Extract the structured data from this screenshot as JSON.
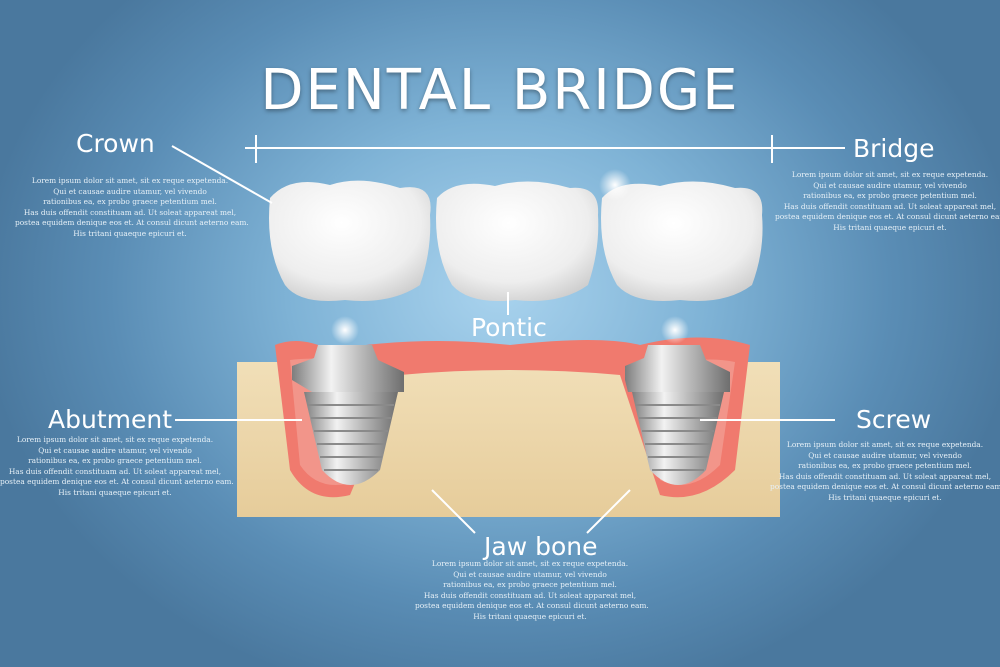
{
  "title": "DENTAL BRIDGE",
  "labels": {
    "crown": "Crown",
    "bridge": "Bridge",
    "pontic": "Pontic",
    "abutment": "Abutment",
    "screw": "Screw",
    "jaw_bone": "Jaw bone"
  },
  "description_lines": [
    "Lorem ipsum dolor sit amet, sit ex reque expetenda.",
    "Qui et causae audire utamur, vel vivendo",
    "rationibus ea, ex probo graece petentium mel.",
    "Has duis offendit constituam ad. Ut soleat appareat mel,",
    "postea equidem denique eos et. At consul dicunt aeterno eam.",
    "His tritani quaeque epicuri et."
  ],
  "colors": {
    "background": "#6d9fc6",
    "gum": "#f07a6e",
    "bone": "#ecd6ab",
    "tooth": "#f5f5f5",
    "metal": "#b8b8b8"
  }
}
